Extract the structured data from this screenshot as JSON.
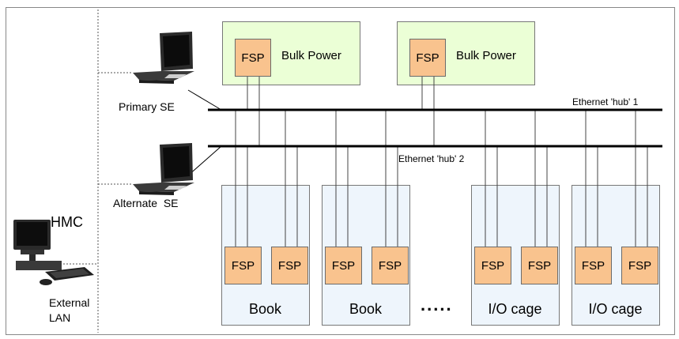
{
  "fsp_label": "FSP",
  "bulk_power": [
    "Bulk Power",
    "Bulk Power"
  ],
  "hubs": {
    "hub1": "Ethernet 'hub' 1",
    "hub2": "Ethernet 'hub' 2"
  },
  "se": {
    "primary": "Primary SE",
    "alternate": "Alternate  SE"
  },
  "hmc": {
    "label": "HMC",
    "external_line1": "External",
    "external_line2": "LAN"
  },
  "units": [
    "Book",
    "Book",
    "I/O cage",
    "I/O cage"
  ],
  "ellipsis": ".....",
  "colors": {
    "bulk_power_fill": "#ebffd6",
    "unit_fill": "#eef5fc",
    "fsp_fill": "#f9c38e"
  },
  "icons": [
    "laptop-icon",
    "laptop-icon",
    "desktop-computer-icon"
  ]
}
